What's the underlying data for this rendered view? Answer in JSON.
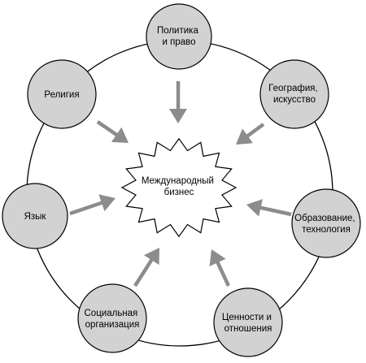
{
  "center": {
    "lines": [
      "Международный",
      "бизнес"
    ]
  },
  "nodes": [
    {
      "id": "politics",
      "lines": [
        "Политика",
        "и право"
      ]
    },
    {
      "id": "geography",
      "lines": [
        "География,",
        "искусство"
      ]
    },
    {
      "id": "education",
      "lines": [
        "Образование,",
        "технология"
      ]
    },
    {
      "id": "values",
      "lines": [
        "Ценности и",
        "отношения"
      ]
    },
    {
      "id": "social",
      "lines": [
        "Социальная",
        "организация"
      ]
    },
    {
      "id": "language",
      "lines": [
        "Язык"
      ]
    },
    {
      "id": "religion",
      "lines": [
        "Религия"
      ]
    }
  ],
  "colors": {
    "node_fill": "#d2d2d2",
    "arrow_fill": "#8c8c8c",
    "outline": "#000000"
  }
}
